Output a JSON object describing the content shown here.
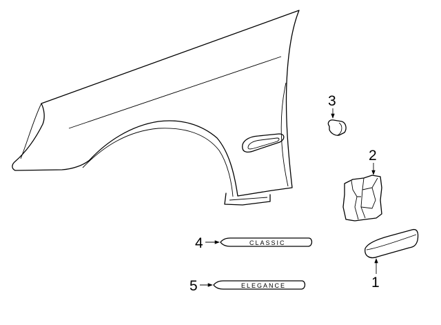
{
  "diagram": {
    "callouts": [
      {
        "number": "1",
        "part": "side-marker-lamp"
      },
      {
        "number": "2",
        "part": "lamp-housing"
      },
      {
        "number": "3",
        "part": "bulb"
      },
      {
        "number": "4",
        "part": "classic-emblem"
      },
      {
        "number": "5",
        "part": "elegance-emblem"
      }
    ],
    "badges": {
      "classic": "CLASSIC",
      "elegance": "ELEGANCE"
    }
  }
}
